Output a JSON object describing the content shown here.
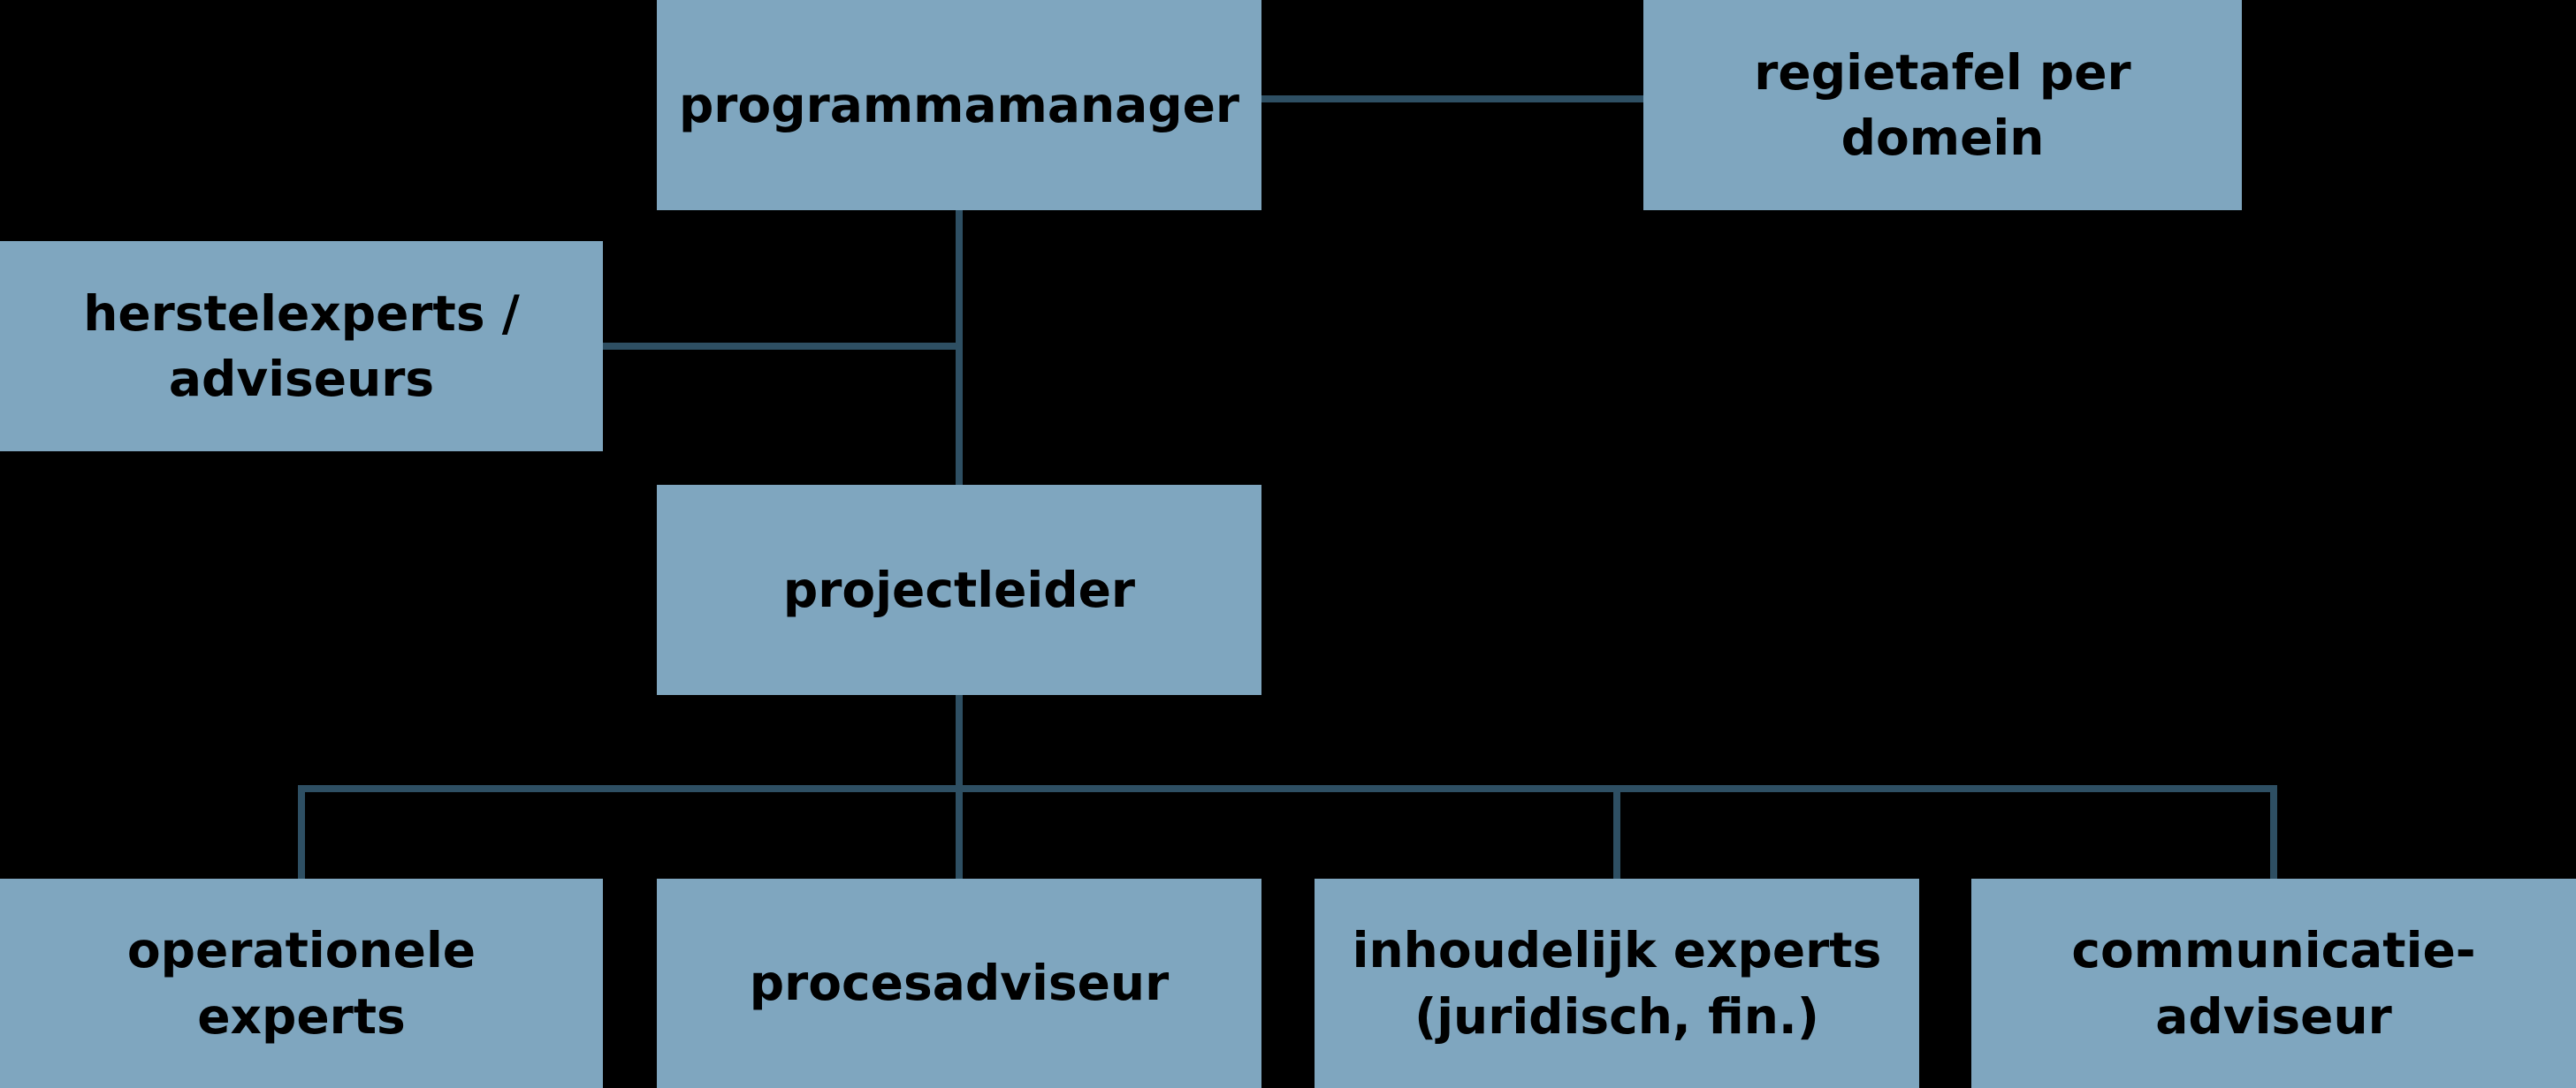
{
  "chart": {
    "type": "org-chart",
    "background_color": "#000000",
    "node_fill_color": "#7fa6bf",
    "connector_color": "#2e4f63",
    "text_color": "#000000"
  },
  "nodes": {
    "programmamanager": {
      "label": "programmamanager"
    },
    "regietafel": {
      "label": "regietafel per domein"
    },
    "herstelexperts": {
      "label": "herstelexperts /\nadviseurs"
    },
    "projectleider": {
      "label": "projectleider"
    },
    "operationele": {
      "label": "operationele\nexperts"
    },
    "procesadviseur": {
      "label": "procesadviseur"
    },
    "inhoudelijk": {
      "label": "inhoudelijk experts\n(juridisch, fin.)"
    },
    "communicatie": {
      "label": "communicatie-\nadviseur"
    }
  },
  "edges": [
    {
      "from": "programmamanager",
      "to": "regietafel",
      "style": "horizontal"
    },
    {
      "from": "programmamanager",
      "to": "projectleider",
      "style": "vertical"
    },
    {
      "from": "herstelexperts",
      "to": "programmamanager-projectleider-stem",
      "style": "horizontal"
    },
    {
      "from": "projectleider",
      "to": "operationele",
      "style": "tree"
    },
    {
      "from": "projectleider",
      "to": "procesadviseur",
      "style": "tree"
    },
    {
      "from": "projectleider",
      "to": "inhoudelijk",
      "style": "tree"
    },
    {
      "from": "projectleider",
      "to": "communicatie",
      "style": "tree"
    }
  ]
}
